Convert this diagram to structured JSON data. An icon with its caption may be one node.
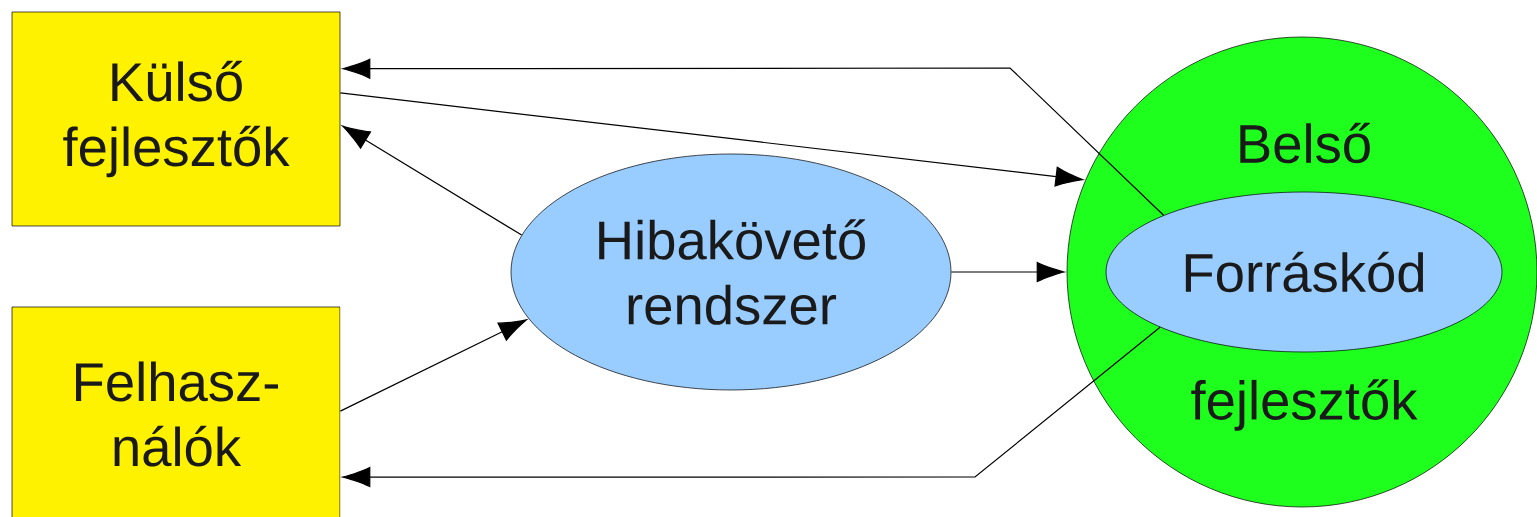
{
  "diagram": {
    "nodes": [
      {
        "text": [
          "Külső fejlesztők"
        ]
      },
      {
        "text": [
          "Felhasz- nálók"
        ]
      },
      {
        "text": [
          "Hibakövető rendszer"
        ]
      },
      {
        "text": [
          "Belső",
          "fejlesztők"
        ]
      },
      {
        "text": [
          "Forráskód"
        ],
        "in": 3
      }
    ],
    "edges": [
      {
        "from": 4,
        "to": 0,
        "arrow": "to"
      },
      {
        "from": 0,
        "to": 3,
        "arrow": "to"
      },
      {
        "from": 2,
        "to": 0,
        "arrow": "to"
      },
      {
        "from": 1,
        "to": 2,
        "arrow": "to"
      },
      {
        "from": 2,
        "to": 3,
        "arrow": "to"
      },
      {
        "from": 4,
        "to": 1,
        "arrow": "to"
      }
    ]
  }
}
